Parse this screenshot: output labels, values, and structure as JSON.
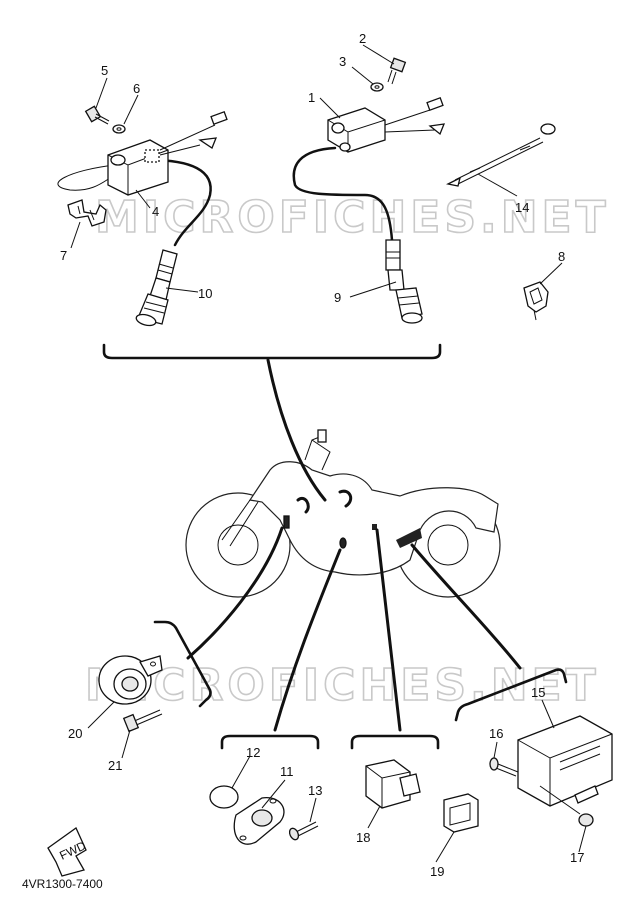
{
  "watermark": {
    "text": "MICROFICHES.NET"
  },
  "diagram_code": "4VR1300-7400",
  "fwd_label": "FWD",
  "parts": {
    "p1": "1",
    "p2": "2",
    "p3": "3",
    "p4": "4",
    "p5": "5",
    "p6": "6",
    "p7": "7",
    "p8": "8",
    "p9": "9",
    "p10": "10",
    "p11": "11",
    "p12": "12",
    "p13": "13",
    "p14": "14",
    "p15": "15",
    "p16": "16",
    "p17": "17",
    "p18": "18",
    "p19": "19",
    "p20": "20",
    "p21": "21"
  }
}
